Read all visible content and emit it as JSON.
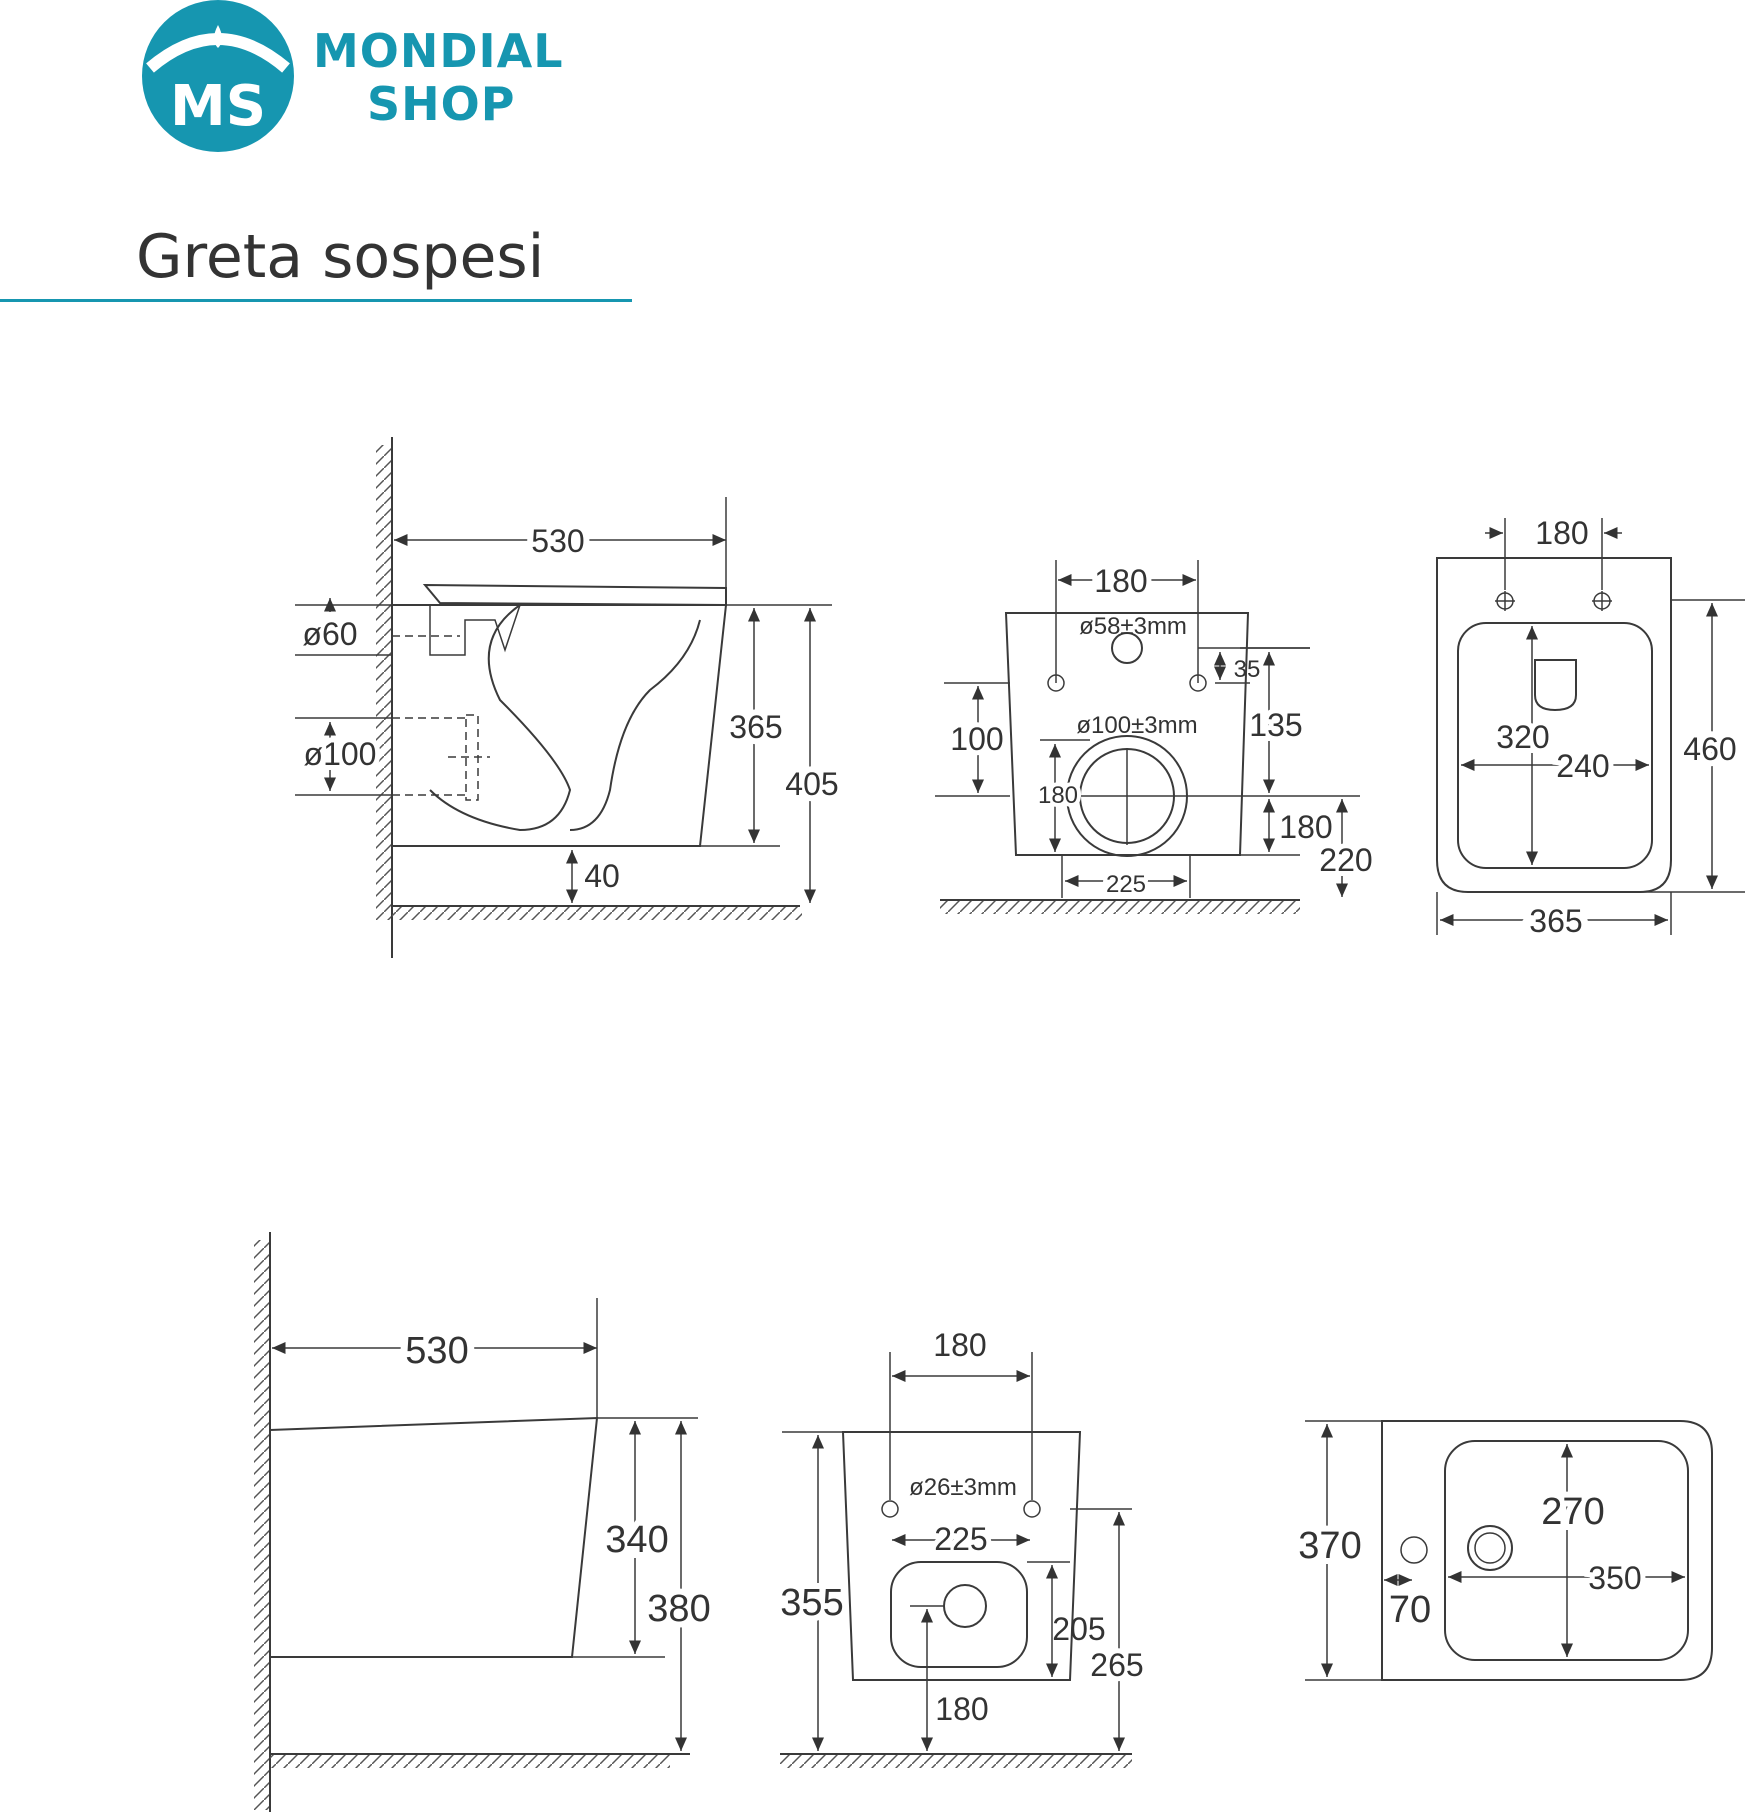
{
  "brand": {
    "line1": "MONDIAL",
    "line2": "SHOP",
    "mark": "MS",
    "color": "#1696b0"
  },
  "title": "Greta sospesi",
  "wc": {
    "side": {
      "length": "530",
      "d_top": "ø60",
      "d_bottom": "ø100",
      "height_bowl": "365",
      "height_total": "405",
      "floor_gap": "40"
    },
    "back": {
      "width": "180",
      "hole_small": "ø58±3mm",
      "offset": "35",
      "h_left": "100",
      "h_right": "135",
      "hole_large": "ø100±3mm",
      "inner": "180",
      "lower": "180",
      "height": "220",
      "bottom": "225"
    },
    "top": {
      "width_holes": "180",
      "depth_inner": "320",
      "width_inner": "240",
      "depth": "460",
      "width": "365"
    }
  },
  "bidet": {
    "side": {
      "length": "530",
      "height_bowl": "340",
      "height_total": "380"
    },
    "back": {
      "width": "180",
      "hole": "ø26±3mm",
      "spacing": "225",
      "height": "355",
      "rise": "205",
      "total": "265",
      "bottom": "180"
    },
    "top": {
      "depth": "370",
      "offset": "70",
      "inner_depth": "270",
      "inner_width": "350"
    }
  }
}
